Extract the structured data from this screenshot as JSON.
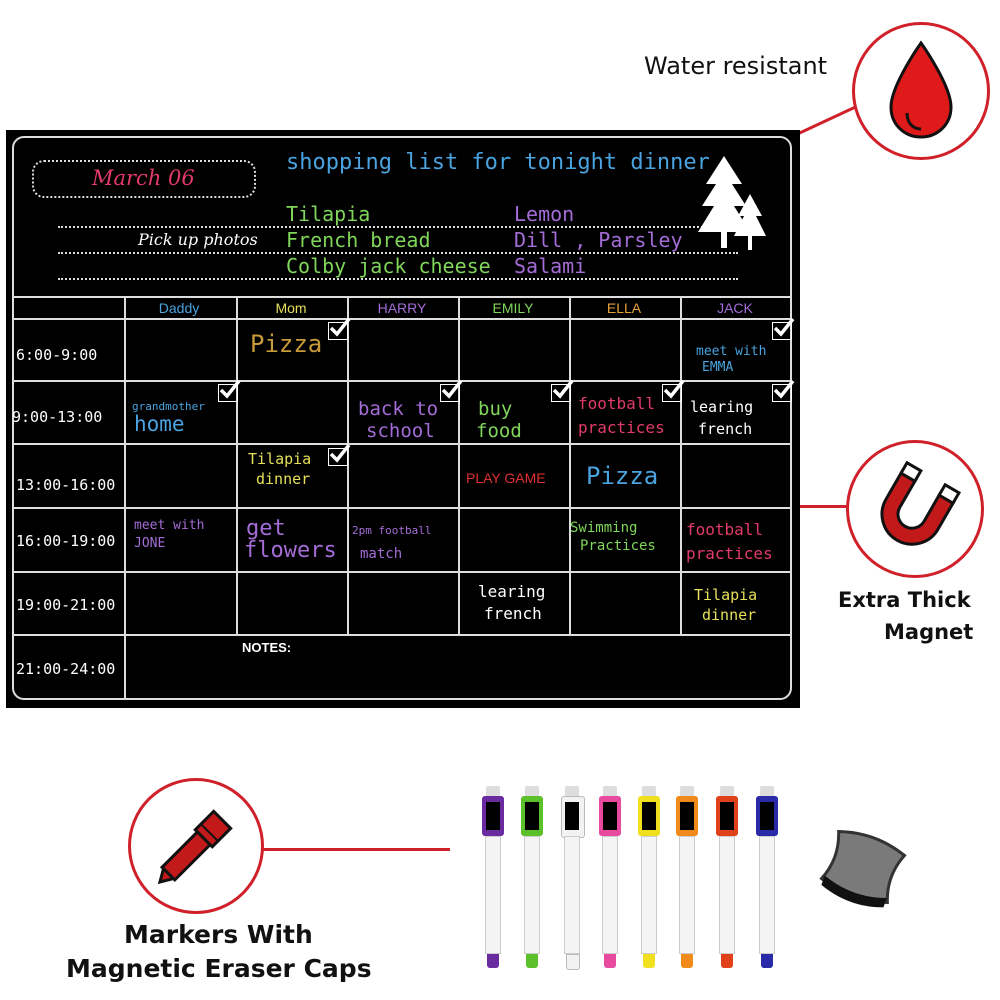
{
  "features": {
    "water": "Water resistant",
    "magnet_line1": "Extra Thick",
    "magnet_line2": "Magnet",
    "markers_line1": "Markers With",
    "markers_line2": "Magnetic Eraser Caps"
  },
  "board": {
    "date": "March 06",
    "shopping_title": "shopping list for tonight dinner",
    "pickup": "Pick up photos",
    "list_left": [
      "Tilapia",
      "French bread",
      "Colby jack cheese"
    ],
    "list_right": [
      "Lemon",
      "Dill , Parsley",
      "Salami"
    ],
    "days": [
      "Daddy",
      "Mom",
      "HARRY",
      "EMILY",
      "ELLA",
      "JACK"
    ],
    "times": [
      "6:00-9:00",
      "9:00-13:00",
      "13:00-16:00",
      "16:00-19:00",
      "19:00-21:00",
      "21:00-24:00"
    ],
    "notes_label": "NOTES:",
    "entries": {
      "mom_0": "Pizza",
      "jack_0_a": "meet with",
      "jack_0_b": "EMMA",
      "daddy_1_a": "grandmother",
      "daddy_1_b": "home",
      "harry_1_a": "back to",
      "harry_1_b": "school",
      "emily_1_a": "buy",
      "emily_1_b": "food",
      "ella_1_a": "football",
      "ella_1_b": "practices",
      "jack_1_a": "learing",
      "jack_1_b": "french",
      "mom_2_a": "Tilapia",
      "mom_2_b": "dinner",
      "emily_2": "PLAY GAME",
      "ella_2": "Pizza",
      "daddy_3_a": "meet with",
      "daddy_3_b": "JONE",
      "mom_3_a": "get",
      "mom_3_b": "flowers",
      "harry_3_a": "2pm football",
      "harry_3_b": "match",
      "ella_3_a": "Swimming",
      "ella_3_b": "Practices",
      "jack_3_a": "football",
      "jack_3_b": "practices",
      "emily_4_a": "learing",
      "emily_4_b": "french",
      "jack_4_a": "Tilapia",
      "jack_4_b": "dinner"
    }
  },
  "colors": {
    "accent": "#d0202a",
    "board": "#000000",
    "blue": "#4aa3df",
    "green": "#7fd65a",
    "purple": "#a46cd6",
    "pink": "#e23a6a",
    "yellow": "#e6e05a",
    "orange": "#e8a13a"
  },
  "icons": [
    "water-drop-icon",
    "horseshoe-magnet-icon",
    "marker-pen-icon",
    "pine-trees-icon",
    "checkmark-icon",
    "eraser-icon"
  ],
  "marker_colors": [
    "#6a2aa0",
    "#5cc02a",
    "#f2f2f2",
    "#e84aa0",
    "#f0e020",
    "#f08a1a",
    "#e0401a",
    "#2a2aa8"
  ]
}
